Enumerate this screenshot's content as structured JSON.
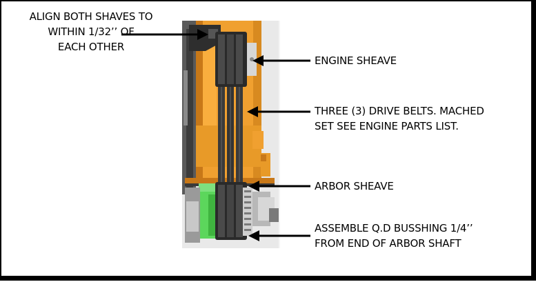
{
  "callouts": {
    "align": {
      "lines": [
        "ALIGN BOTH SHAVES TO",
        "WITHIN 1/32’’ OF",
        "EACH OTHER"
      ]
    },
    "engine_sheave": {
      "lines": [
        "ENGINE SHEAVE"
      ]
    },
    "drive_belts": {
      "lines": [
        "THREE (3) DRIVE BELTS. MACHED",
        "SET SEE ENGINE PARTS LIST."
      ]
    },
    "arbor_sheave": {
      "lines": [
        "ARBOR SHEAVE"
      ]
    },
    "qd_bushing": {
      "lines": [
        "ASSEMBLE Q.D BUSSHING 1/4’’",
        "FROM END OF ARBOR SHAFT"
      ]
    }
  },
  "colors": {
    "frame_orange": "#f0a030",
    "frame_shadow": "#c87818",
    "belt": "#3a3a3a",
    "motor_green": "#5cd65c",
    "metal": "#d7d7d7",
    "arrow": "#000000"
  },
  "icons": [
    "arrow-left-icon",
    "arrow-right-icon"
  ]
}
